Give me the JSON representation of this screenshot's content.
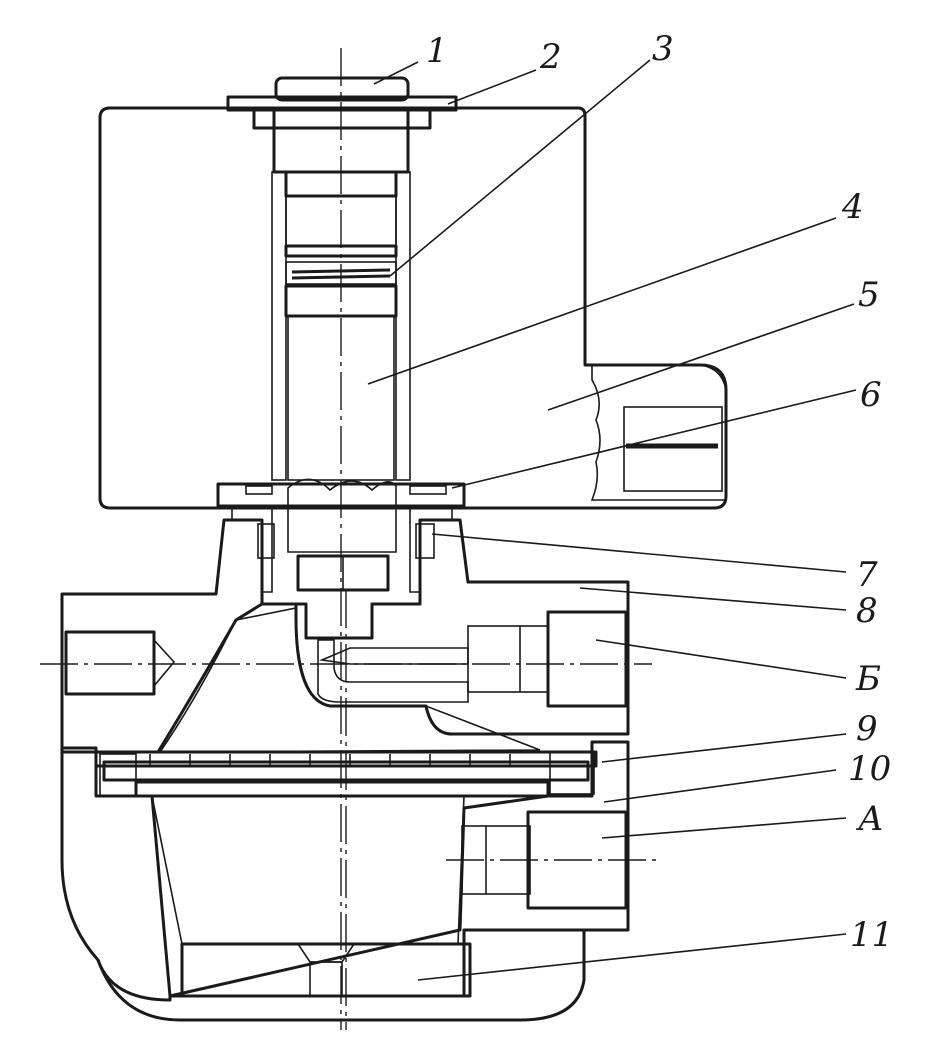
{
  "labels": {
    "l1": "1",
    "l2": "2",
    "l3": "3",
    "l4": "4",
    "l5": "5",
    "l6": "6",
    "l7": "7",
    "l8": "8",
    "lB": "Б",
    "l9": "9",
    "l10": "10",
    "lA": "А",
    "l11": "11"
  },
  "colors": {
    "ink": "#1a1a1a",
    "paper": "#ffffff"
  }
}
